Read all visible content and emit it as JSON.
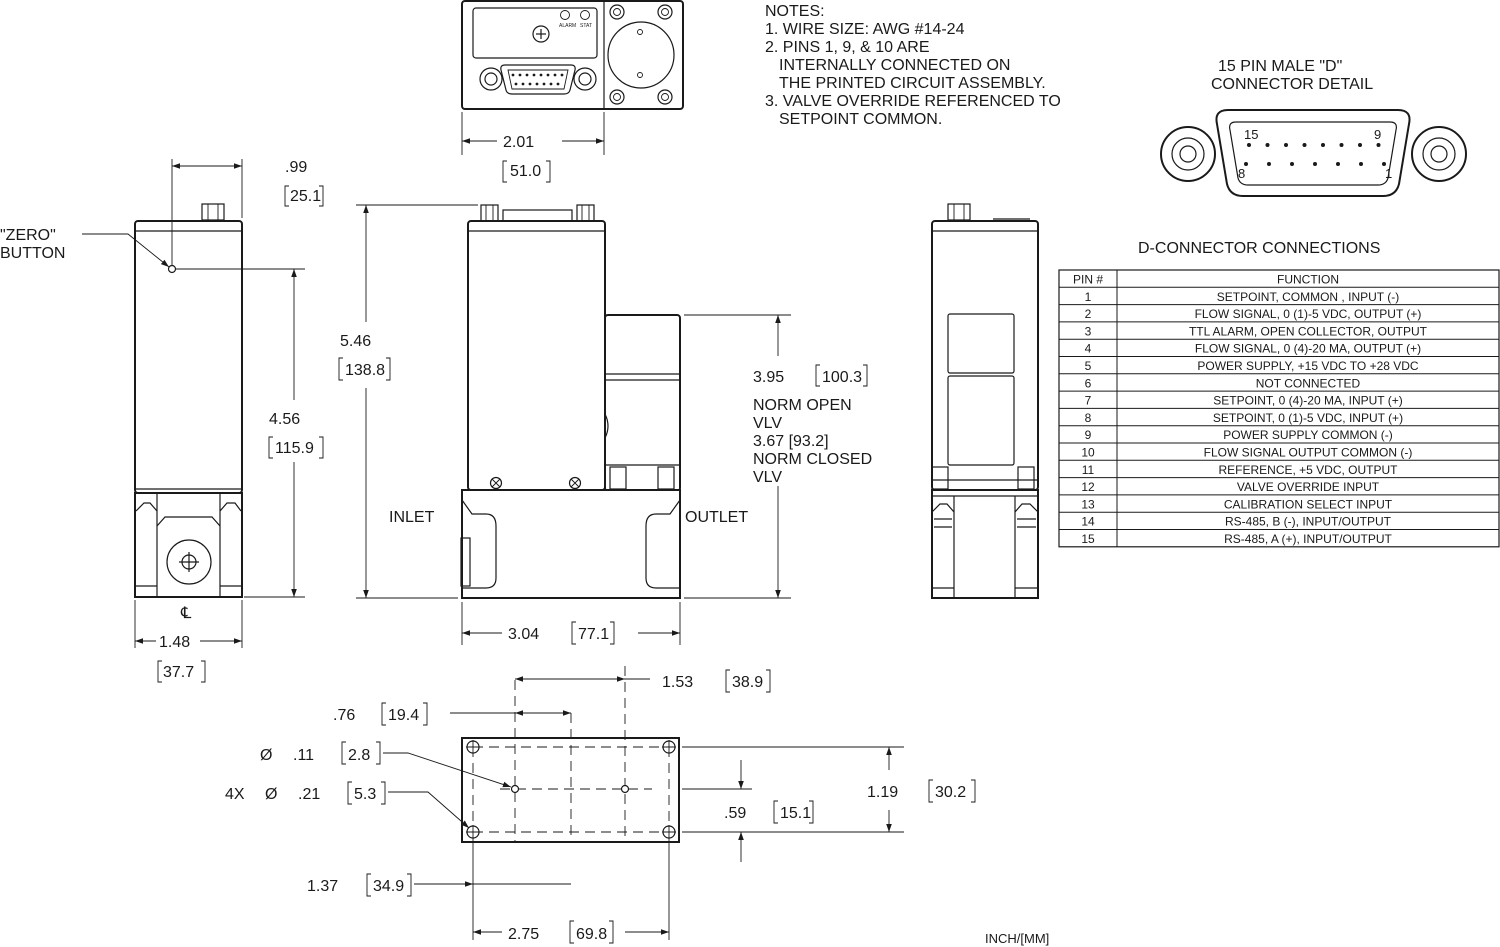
{
  "notes": {
    "heading": "NOTES:",
    "items": [
      "1. WIRE SIZE: AWG #14-24",
      "2. PINS 1, 9, & 10 ARE",
      "INTERNALLY CONNECTED ON",
      "THE PRINTED CIRCUIT ASSEMBLY.",
      "3. VALVE OVERRIDE REFERENCED TO",
      "SETPOINT COMMON."
    ]
  },
  "connector_detail": {
    "title_line1": "15 PIN MALE \"D\"",
    "title_line2": "CONNECTOR DETAIL",
    "pin_labels": {
      "p15": "15",
      "p9": "9",
      "p8": "8",
      "p1": "1"
    }
  },
  "table": {
    "title": "D-CONNECTOR CONNECTIONS",
    "headers": [
      "PIN #",
      "FUNCTION"
    ],
    "rows": [
      [
        "1",
        "SETPOINT, COMMON , INPUT (-)"
      ],
      [
        "2",
        "FLOW SIGNAL, 0 (1)-5 VDC, OUTPUT (+)"
      ],
      [
        "3",
        "TTL ALARM, OPEN COLLECTOR, OUTPUT"
      ],
      [
        "4",
        "FLOW SIGNAL, 0 (4)-20 MA, OUTPUT (+)"
      ],
      [
        "5",
        "POWER SUPPLY, +15 VDC TO +28 VDC"
      ],
      [
        "6",
        "NOT CONNECTED"
      ],
      [
        "7",
        "SETPOINT, 0 (4)-20 MA, INPUT (+)"
      ],
      [
        "8",
        "SETPOINT, 0 (1)-5 VDC, INPUT (+)"
      ],
      [
        "9",
        "POWER SUPPLY COMMON (-)"
      ],
      [
        "10",
        "FLOW SIGNAL OUTPUT COMMON (-)"
      ],
      [
        "11",
        "REFERENCE, +5 VDC, OUTPUT"
      ],
      [
        "12",
        "VALVE OVERRIDE INPUT"
      ],
      [
        "13",
        "CALIBRATION SELECT INPUT"
      ],
      [
        "14",
        "RS-485, B (-), INPUT/OUTPUT"
      ],
      [
        "15",
        "RS-485, A (+), INPUT/OUTPUT"
      ]
    ]
  },
  "labels": {
    "zero_line1": "\"ZERO\"",
    "zero_line2": "BUTTON",
    "inlet": "INLET",
    "outlet": "OUTLET",
    "centerline": "℄",
    "alarm": "ALARM",
    "stat": "STAT",
    "norm_open_1": "NORM OPEN",
    "norm_open_2": "VLV",
    "norm_closed_dim": "3.67 [93.2]",
    "norm_closed_1": "NORM CLOSED",
    "norm_closed_2": "VLV",
    "units": "INCH/[MM]"
  },
  "dimensions": {
    "top_width": {
      "in": "2.01",
      "mm": "51.0"
    },
    "zero_offset": {
      "in": ".99",
      "mm": "25.1"
    },
    "side_height": {
      "in": "4.56",
      "mm": "115.9"
    },
    "side_width": {
      "in": "1.48",
      "mm": "37.7"
    },
    "front_height": {
      "in": "5.46",
      "mm": "138.8"
    },
    "valve_height": {
      "in": "3.95",
      "mm": "100.3"
    },
    "front_width": {
      "in": "3.04",
      "mm": "77.1"
    },
    "hole_offset_a": {
      "in": "1.53",
      "mm": "38.9"
    },
    "hole_offset_b": {
      "in": ".76",
      "mm": "19.4"
    },
    "small_hole": {
      "sym": "Ø",
      "in": ".11",
      "mm": "2.8"
    },
    "large_hole": {
      "qty": "4X",
      "sym": "Ø",
      "in": ".21",
      "mm": "5.3"
    },
    "base_depth": {
      "in": "1.19",
      "mm": "30.2"
    },
    "base_half": {
      "in": ".59",
      "mm": "15.1"
    },
    "base_offset": {
      "in": "1.37",
      "mm": "34.9"
    },
    "base_width": {
      "in": "2.75",
      "mm": "69.8"
    }
  }
}
